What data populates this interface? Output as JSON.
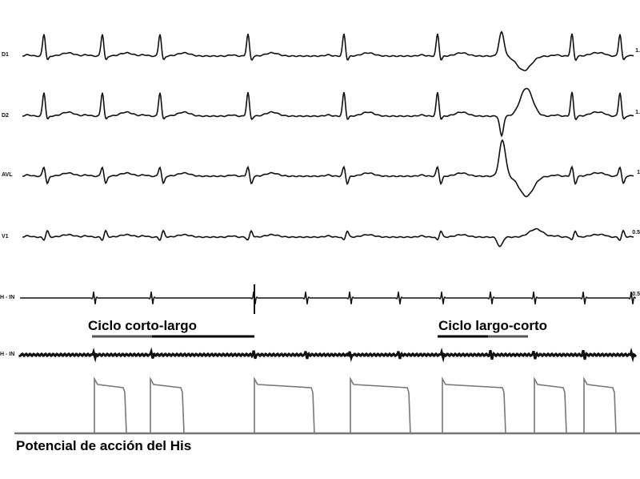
{
  "leads": [
    {
      "label": "D1",
      "scale": "1."
    },
    {
      "label": "D2",
      "scale": "1."
    },
    {
      "label": "AVL",
      "scale": "1"
    },
    {
      "label": "V1",
      "scale": "0.5"
    },
    {
      "label": "H - IN",
      "scale": "0.5"
    },
    {
      "label": "H - IN",
      "scale": ""
    }
  ],
  "annotations": {
    "short_long": "Ciclo corto-largo",
    "long_short": "Ciclo largo-corto",
    "his_ap": "Potencial de acción del His"
  },
  "colors": {
    "trace": "#111111",
    "bar_dark": "#000000",
    "bar_gray": "#555555",
    "ap": "#777777"
  }
}
